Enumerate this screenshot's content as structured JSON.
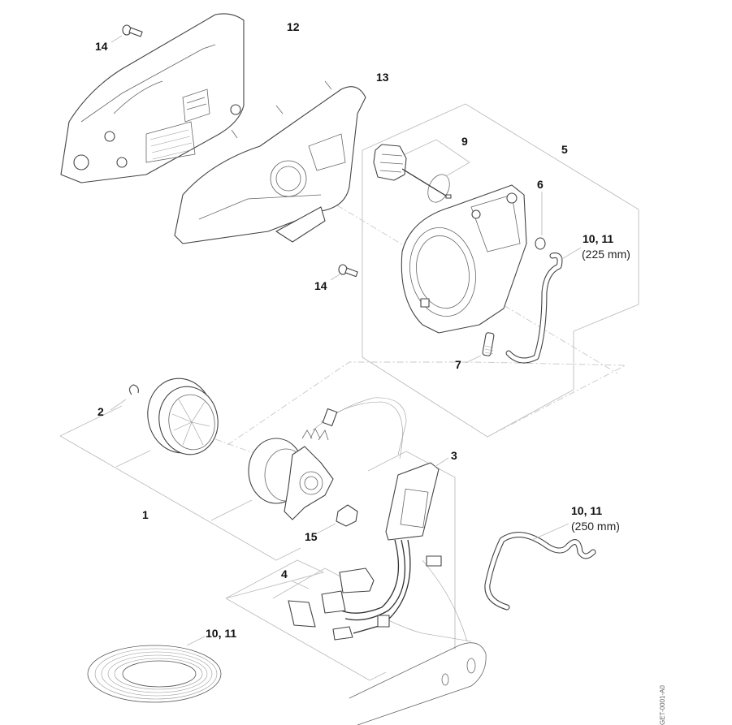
{
  "diagram": {
    "title": "Exploded parts diagram",
    "labels": {
      "p14_top": "14",
      "p12": "12",
      "p13": "13",
      "p9": "9",
      "p5": "5",
      "p6": "6",
      "p10_11_a": "10, 11",
      "p10_11_a_len": "(225 mm)",
      "p14_mid": "14",
      "p7": "7",
      "p2": "2",
      "p3": "3",
      "p1": "1",
      "p15": "15",
      "p10_11_b": "10, 11",
      "p10_11_b_len": "(250 mm)",
      "p4": "4",
      "p10_11_c": "10, 11"
    },
    "drawing_code": "GET-0001-A0"
  }
}
